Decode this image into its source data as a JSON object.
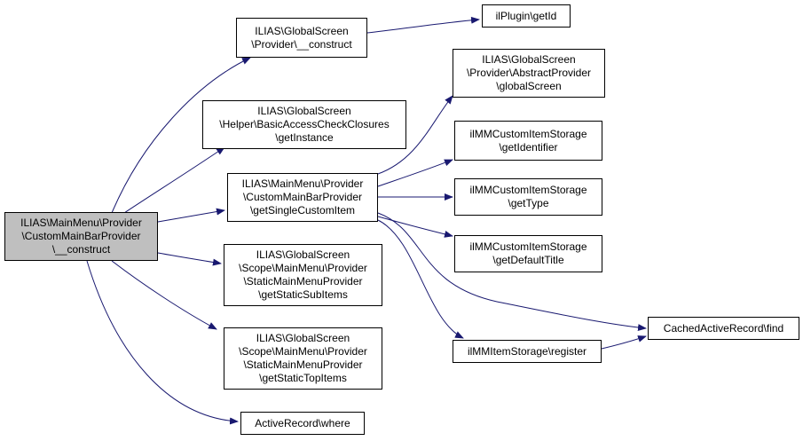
{
  "colors": {
    "edge": "#191970",
    "root_fill": "#bfbfbf",
    "node_fill": "#ffffff",
    "border": "#000000"
  },
  "nodes": {
    "root": [
      "ILIAS\\MainMenu\\Provider",
      "\\CustomMainBarProvider",
      "\\__construct"
    ],
    "gs_provider_construct": [
      "ILIAS\\GlobalScreen",
      "\\Provider\\__construct"
    ],
    "basic_access_check": [
      "ILIAS\\GlobalScreen",
      "\\Helper\\BasicAccessCheckClosures",
      "\\getInstance"
    ],
    "get_single_custom_item": [
      "ILIAS\\MainMenu\\Provider",
      "\\CustomMainBarProvider",
      "\\getSingleCustomItem"
    ],
    "get_static_sub_items": [
      "ILIAS\\GlobalScreen",
      "\\Scope\\MainMenu\\Provider",
      "\\StaticMainMenuProvider",
      "\\getStaticSubItems"
    ],
    "get_static_top_items": [
      "ILIAS\\GlobalScreen",
      "\\Scope\\MainMenu\\Provider",
      "\\StaticMainMenuProvider",
      "\\getStaticTopItems"
    ],
    "active_record_where": [
      "ActiveRecord\\where"
    ],
    "il_plugin_get_id": [
      "ilPlugin\\getId"
    ],
    "abstract_provider_global_screen": [
      "ILIAS\\GlobalScreen",
      "\\Provider\\AbstractProvider",
      "\\globalScreen"
    ],
    "get_identifier": [
      "ilMMCustomItemStorage",
      "\\getIdentifier"
    ],
    "get_type": [
      "ilMMCustomItemStorage",
      "\\getType"
    ],
    "get_default_title": [
      "ilMMCustomItemStorage",
      "\\getDefaultTitle"
    ],
    "item_storage_register": [
      "ilMMItemStorage\\register"
    ],
    "cached_active_record_find": [
      "CachedActiveRecord\\find"
    ]
  }
}
